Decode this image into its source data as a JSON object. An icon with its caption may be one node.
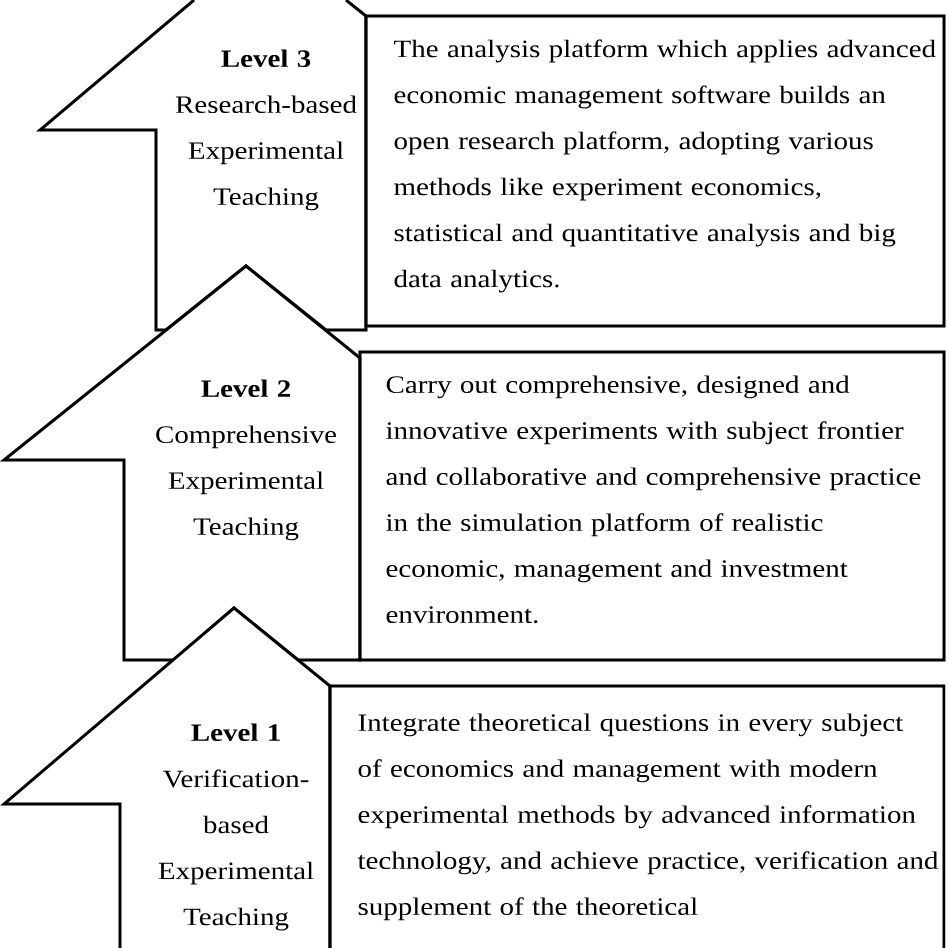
{
  "diagram": {
    "nodes": [
      {
        "text": [
          "Level 3",
          "Research-based Experimental Teaching"
        ]
      },
      {
        "text": [
          "The analysis platform which applies advanced economic management software builds an open research platform, adopting various methods like experiment economics, statistical and quantitative analysis and big data analytics."
        ]
      },
      {
        "text": [
          "Level 2",
          "Comprehensive Experimental Teaching"
        ]
      },
      {
        "text": [
          "Carry out comprehensive, designed and innovative experiments with subject frontier and collaborative and comprehensive practice in the simulation platform of realistic economic, management and investment environment."
        ]
      },
      {
        "text": [
          "Level 1",
          "Verification-based Experimental Teaching"
        ]
      },
      {
        "text": [
          "Integrate theoretical questions in every subject of economics and management with modern experimental methods by advanced information technology, and achieve practice, verification and supplement of the theoretical"
        ]
      }
    ]
  }
}
